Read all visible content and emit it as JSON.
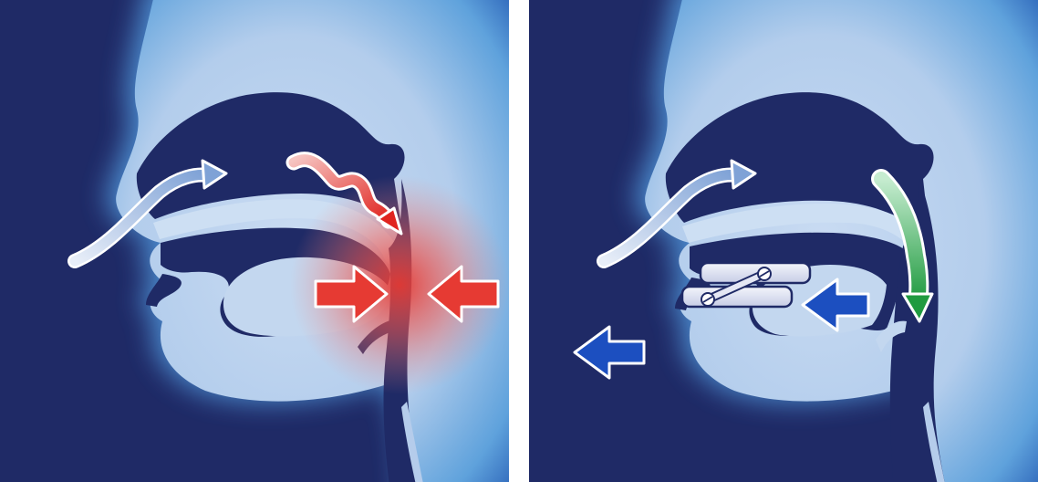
{
  "figure": {
    "panels": [
      {
        "id": "left",
        "state": "obstructed-airway",
        "icons": [
          "airflow-in-arrow",
          "soft-palate-vibration-arrow",
          "compression-arrow-front",
          "compression-arrow-back",
          "obstruction-glow"
        ]
      },
      {
        "id": "right",
        "state": "open-airway-with-oral-device",
        "icons": [
          "airflow-in-arrow",
          "airflow-down-arrow",
          "jaw-forward-arrow",
          "airflow-out-arrow",
          "mandibular-advancement-device"
        ]
      }
    ],
    "colors": {
      "background_dark": "#1f2a66",
      "tissue_light": "#c9dbf2",
      "tissue_glow": "#5fa2dc",
      "airflow_arrow": "#8fb0dc",
      "warning_red": "#e63a33",
      "open_airflow_green": "#2fa14a",
      "movement_blue": "#1c4fc0",
      "device_body": "#e4e7f4"
    }
  }
}
